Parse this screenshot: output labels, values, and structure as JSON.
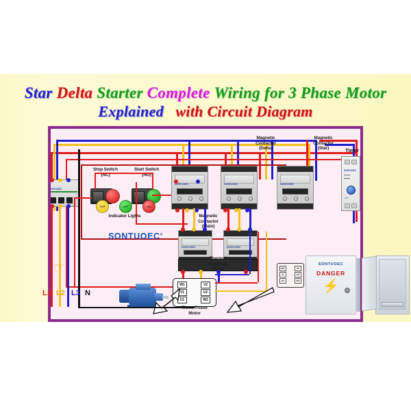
{
  "title": {
    "line1": [
      {
        "text": "Star",
        "color": "#2222cc"
      },
      {
        "text": "Delta",
        "color": "#d21212"
      },
      {
        "text": "Starter",
        "color": "#169b16"
      },
      {
        "text": "Complete",
        "color": "#d61ad6"
      },
      {
        "text": "Wiring for 3 Phase Motor",
        "color": "#169b16"
      }
    ],
    "line2": [
      {
        "text": "Explained",
        "color": "#2222cc"
      },
      {
        "text": "with Circuit Diagram",
        "color": "#d21212"
      }
    ]
  },
  "labels": {
    "stop_switch": "Stop Switch",
    "stop_switch_type": "(NC)",
    "start_switch": "Start Switch",
    "start_switch_type": "(NO)",
    "indicator_lights": "Indicator Lights",
    "contactor_delta_l1": "Magnetic",
    "contactor_delta_l2": "Contactor",
    "contactor_delta_l3": "(Delta)",
    "contactor_star_l1": "Magnetic",
    "contactor_star_l2": "Contactor",
    "contactor_star_l3": "(Star)",
    "contactor_main_l1": "Magnetic",
    "contactor_main_l2": "Contactor",
    "contactor_main_l3": "(Main)",
    "timer": "Timer",
    "thermal_l1": "Thermal",
    "thermal_l2": "Overload",
    "thermal_l3": "Relay",
    "motor_l1": "Three Phase",
    "motor_l2": "Motor"
  },
  "indicator_lights": [
    {
      "label": "TRIP",
      "color": "#e6c312"
    },
    {
      "label": "OFF",
      "color": "#12a012"
    },
    {
      "label": "ON",
      "color": "#d01212"
    }
  ],
  "phase_labels": [
    {
      "text": "L1",
      "color": "#e01b1b"
    },
    {
      "text": "L2",
      "color": "#f2c21c"
    },
    {
      "text": "L3",
      "color": "#1e1ecd"
    },
    {
      "text": "N",
      "color": "#111111"
    }
  ],
  "motor_terminals": {
    "left": [
      "W1",
      "V1",
      "U1"
    ],
    "right": [
      "V2",
      "U2",
      "W2"
    ]
  },
  "motor_terminals_alt": {
    "left": [
      "W1",
      "V1",
      "U1"
    ],
    "right": [
      "V2",
      "U2",
      "W2"
    ]
  },
  "danger_box": {
    "brand": "SONTUOEC",
    "warning": "DANGER",
    "icon": "lightning-bolt-icon"
  },
  "watermark": {
    "brand": "SONTUOEC",
    "mark": "®"
  },
  "device_brand": "SONTUOEC",
  "colors": {
    "frame_border": "#8d2a8d",
    "frame_bg": "#fdeef5",
    "background": "#fbf8c8",
    "wire_red": "#e01b1b",
    "wire_yellow": "#f2c21c",
    "wire_blue": "#1e1ecd",
    "wire_black": "#111111"
  }
}
